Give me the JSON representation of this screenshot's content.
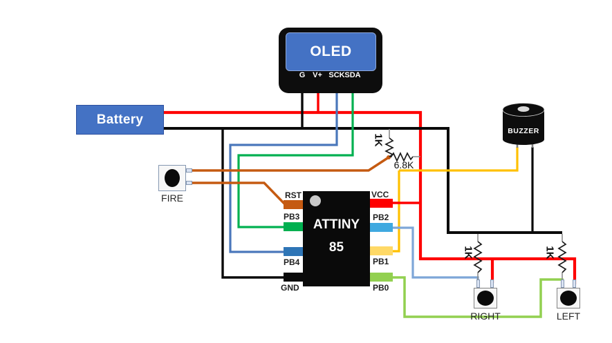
{
  "palette": {
    "component_blue": "#4472c4",
    "component_blue_border": "#2c4f9e",
    "screen_border": "#8faadc",
    "wire_red": "#fe0000",
    "wire_black": "#0a0a0a",
    "wire_blue": "#4a77bb",
    "wire_green": "#00b050",
    "wire_orange": "#c55a11",
    "wire_yellow": "#ffc000",
    "wire_lightblue": "#7ea6d8",
    "wire_lightgreen": "#92d050",
    "lead_gray": "#8c8c8c",
    "pin_rst": "#c55a11",
    "pin_pb3": "#00b050",
    "pin_pb4": "#2e75b6",
    "pin_gnd": "#0a0a0a",
    "pin_vcc": "#fe0000",
    "pin_pb2": "#3fa9e0",
    "pin_pb1": "#ffd966",
    "pin_pb0": "#92d050",
    "stub_fill": "#dae3f3",
    "stub_border": "#8496b0",
    "button_fill": "#f7f7f7",
    "button_border": "#808080",
    "fire_border": "#8496b0",
    "label_color": "#1f1f1f"
  },
  "oled": {
    "title": "OLED",
    "pins": [
      {
        "name": "G"
      },
      {
        "name": "V+"
      },
      {
        "name": "SCK"
      },
      {
        "name": "SDA"
      }
    ]
  },
  "battery": {
    "label": "Battery"
  },
  "buzzer": {
    "label": "BUZZER"
  },
  "attiny": {
    "line1": "ATTINY",
    "line2": "85",
    "left_pins": [
      {
        "name": "RST"
      },
      {
        "name": "PB3"
      },
      {
        "name": "PB4"
      },
      {
        "name": "GND"
      }
    ],
    "right_pins": [
      {
        "name": "VCC"
      },
      {
        "name": "PB2"
      },
      {
        "name": "PB1"
      },
      {
        "name": "PB0"
      }
    ]
  },
  "push_buttons": {
    "fire": {
      "label": "FIRE"
    },
    "right": {
      "label": "RIGHT"
    },
    "left": {
      "label": "LEFT"
    }
  },
  "resistors": {
    "r1": {
      "label": "1K"
    },
    "r2": {
      "label": "6.8K"
    },
    "r3": {
      "label": "1K"
    },
    "r4": {
      "label": "1K"
    }
  }
}
